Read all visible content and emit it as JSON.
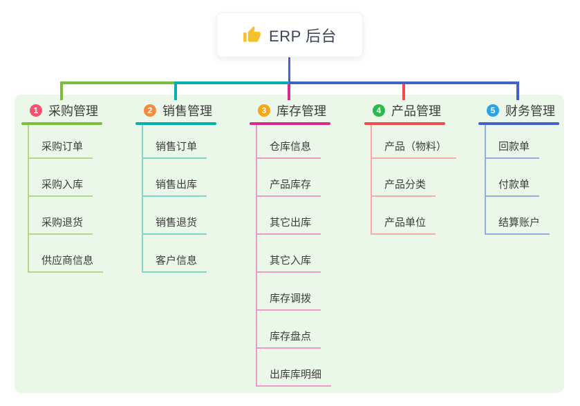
{
  "root": {
    "label": "ERP 后台",
    "icon": "thumbs-up-icon"
  },
  "colors": {
    "page_bg": "#ffffff",
    "panel_bg": "#ebf7e8",
    "root_line": "#4565d4",
    "text": "#3d3d3d"
  },
  "branches": [
    {
      "number": "1",
      "title": "采购管理",
      "color": "#7dbd3c",
      "light_color": "#b2d887",
      "badge_color": "#f4536e",
      "children": [
        "采购订单",
        "采购入库",
        "采购退货",
        "供应商信息"
      ]
    },
    {
      "number": "2",
      "title": "销售管理",
      "color": "#00b1ad",
      "light_color": "#7fd6cd",
      "badge_color": "#f68a3d",
      "children": [
        "销售订单",
        "销售出库",
        "销售退货",
        "客户信息"
      ]
    },
    {
      "number": "3",
      "title": "库存管理",
      "color": "#d92a8c",
      "light_color": "#f09ac9",
      "badge_color": "#f6a717",
      "children": [
        "仓库信息",
        "产品库存",
        "其它出库",
        "其它入库",
        "库存调拨",
        "库存盘点",
        "出库库明细"
      ]
    },
    {
      "number": "4",
      "title": "产品管理",
      "color": "#f24a4d",
      "light_color": "#f9aaa5",
      "badge_color": "#2eb94e",
      "children": [
        "产品（物料）",
        "产品分类",
        "产品单位"
      ]
    },
    {
      "number": "5",
      "title": "财务管理",
      "color": "#4161cd",
      "light_color": "#97abe2",
      "badge_color": "#2aa4e6",
      "children": [
        "回款单",
        "付款单",
        "结算账户"
      ]
    }
  ]
}
